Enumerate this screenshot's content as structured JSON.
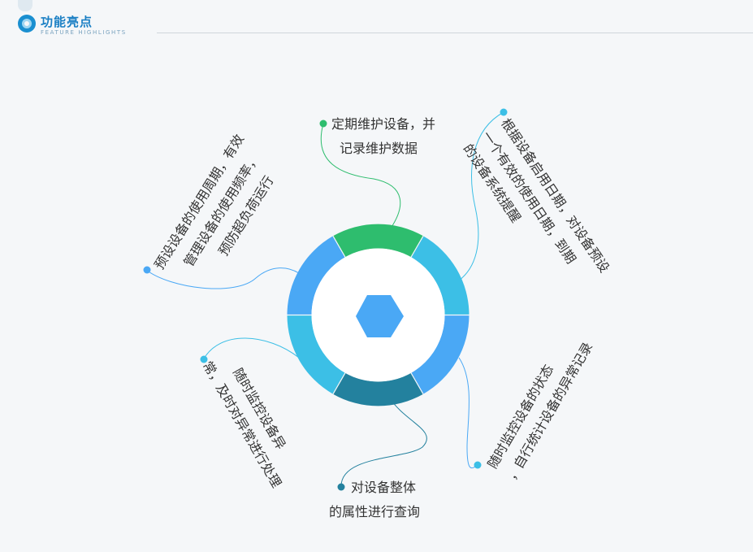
{
  "header": {
    "title": "功能亮点",
    "subtitle": "FEATURE HIGHLIGHTS"
  },
  "features": {
    "top": [
      "定期维护设备，并",
      "记录维护数据"
    ],
    "top_right": [
      "根据设备启用日期，对设备预设",
      "一个有效的使用日期，到期",
      "的设备系统提醒"
    ],
    "bottom_right": [
      "随时监控设备的状态",
      "，自行统计设备的异常记录"
    ],
    "bottom": [
      "对设备整体",
      "的属性进行查询"
    ],
    "bottom_left": [
      "随时监控设备异",
      "常，及时对异常进行处理"
    ],
    "top_left": [
      "预设设备的使用周期，有效",
      "管理设备的使用频率，",
      "预防超负荷运行"
    ]
  },
  "colors": {
    "green": "#2ebd6e",
    "light_blue": "#3cbfe6",
    "blue": "#4aa8f5",
    "dark_teal": "#23819e",
    "hexagon": "#4aa8f5"
  }
}
